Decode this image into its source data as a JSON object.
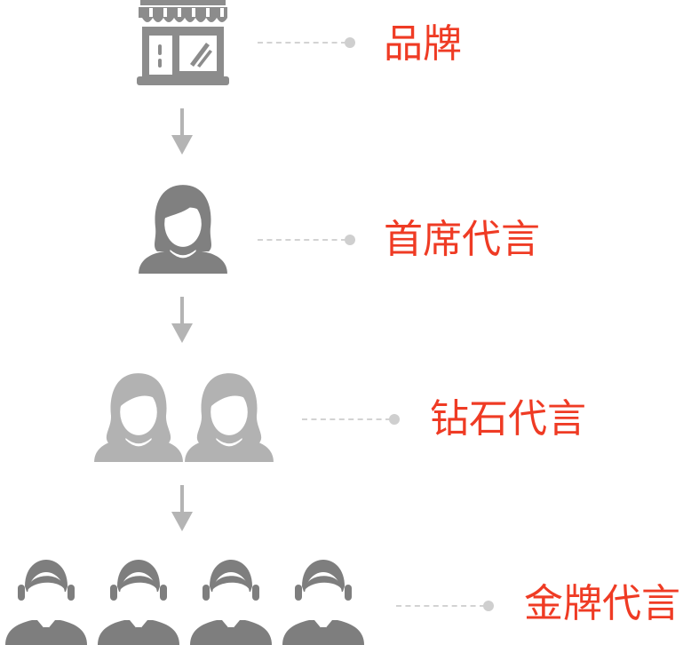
{
  "tiers": [
    {
      "label": "品牌",
      "icon": "store-icon"
    },
    {
      "label": "首席代言",
      "icon": "woman-avatar-icon"
    },
    {
      "label": "钻石代言",
      "icon": "woman-avatar-icon"
    },
    {
      "label": "金牌代言",
      "icon": "businessman-avatar-icon"
    }
  ],
  "colors": {
    "label": "#ef3b24",
    "icon_dark": "#8a8a8a",
    "icon_light": "#b4b4b4",
    "connector": "#d3d3d3"
  }
}
